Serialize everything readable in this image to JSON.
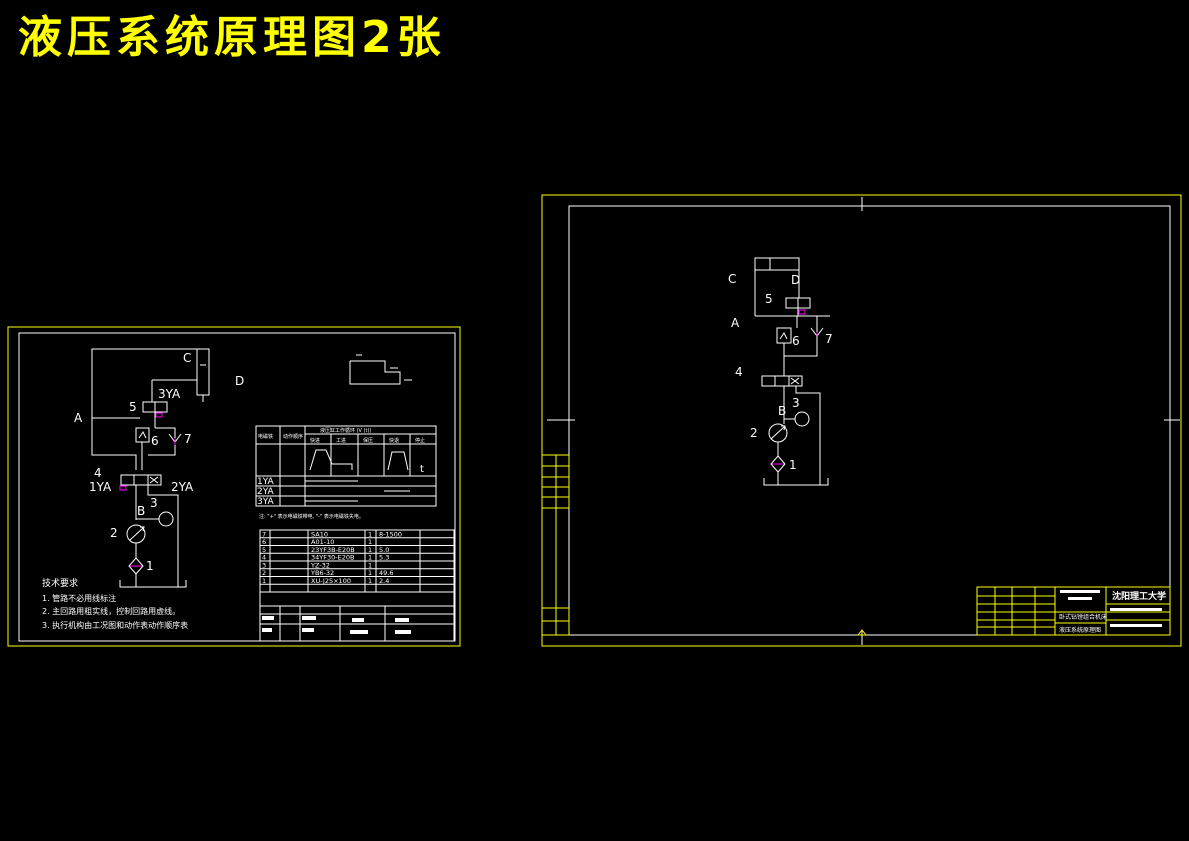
{
  "title": "液压系统原理图2张",
  "colors": {
    "frame": "#ffff00",
    "line": "#ffffff",
    "accent": "#ff00ff",
    "background": "#000000"
  },
  "sheet1": {
    "labels": {
      "c": "C",
      "d": "D",
      "a": "A",
      "b": "B",
      "n1": "1",
      "n2": "2",
      "n3": "3",
      "n4": "4",
      "n5": "5",
      "n6": "6",
      "n7": "7",
      "ya1": "1YA",
      "ya2": "2YA",
      "ya3": "3YA",
      "t": "t"
    },
    "notes": {
      "heading": "技术要求",
      "items": [
        "1. 管路不必用线标注",
        "2. 主回路用粗实线，控制回路用虚线。",
        "3. 执行机构由工况图和动作表动作顺序表"
      ]
    },
    "cycle_table": {
      "header": [
        "电磁铁",
        "动作顺序",
        "液压缸工作循环 (V (t))"
      ],
      "phases": [
        "快进",
        "工进",
        "保压",
        "快退",
        "停止"
      ],
      "rows": [
        "1YA",
        "2YA",
        "3YA"
      ],
      "footnote": "注: \"+\" 表示电磁铁带电, \"-\" 表示电磁铁失电。"
    },
    "parts": [
      {
        "no": "7",
        "spec": "SA10",
        "qty": "1",
        "note": "8-1500"
      },
      {
        "no": "6",
        "spec": "A01-10",
        "qty": "1",
        "note": ""
      },
      {
        "no": "5",
        "spec": "23YF3B-E20B",
        "qty": "1",
        "note": "5.0"
      },
      {
        "no": "4",
        "spec": "34YF30-E20B",
        "qty": "1",
        "note": "5.3"
      },
      {
        "no": "3",
        "spec": "YZ-32",
        "qty": "1",
        "note": ""
      },
      {
        "no": "2",
        "spec": "YB6-32",
        "qty": "1",
        "note": "49.6"
      },
      {
        "no": "1",
        "spec": "XU-J25×100",
        "qty": "1",
        "note": "2.4"
      }
    ]
  },
  "sheet2": {
    "labels": {
      "c": "C",
      "d": "D",
      "a": "A",
      "b": "B",
      "n1": "1",
      "n2": "2",
      "n3": "3",
      "n4": "4",
      "n5": "5",
      "n6": "6",
      "n7": "7"
    },
    "titleblock": {
      "school": "沈阳理工大学",
      "drawing": "液压系统原理图",
      "machine": "卧式钻镗组合机床"
    }
  }
}
